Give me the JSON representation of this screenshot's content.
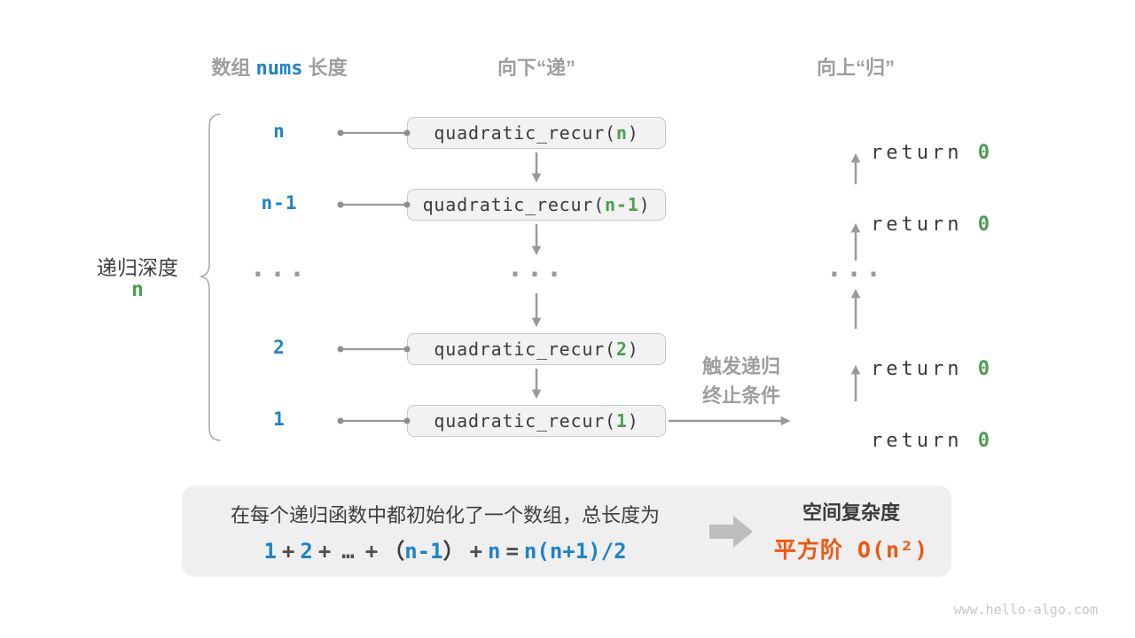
{
  "colors": {
    "blue": "#1e82c8",
    "green": "#4d9e50",
    "orange": "#f3560e",
    "gray_label": "#9e9e9e",
    "dark_text": "#3c3c3c",
    "box_fill": "#f2f2f2",
    "box_border": "#c9c9c9",
    "panel_fill": "#efefef",
    "arrow_gray": "#999999"
  },
  "icons": {
    "down-arrow": "↓",
    "up-arrow": "↑",
    "right-arrow": "→",
    "block-arrow": "➜",
    "curly-brace": "{"
  },
  "headers": {
    "col_left": {
      "prefix": "数组 ",
      "code": "nums",
      "suffix": " 长度"
    },
    "col_mid": "向下“递”",
    "col_right": "向上“归”"
  },
  "depth_label": {
    "text": "递归深度",
    "value": "n"
  },
  "rows": [
    {
      "label": "n",
      "call_prefix": "quadratic_recur(",
      "call_param": "n",
      "call_suffix": ")",
      "return_text": "return ",
      "return_value": "0"
    },
    {
      "label": "n-1",
      "call_prefix": "quadratic_recur(",
      "call_param": "n-1",
      "call_suffix": ")",
      "return_text": "return ",
      "return_value": "0"
    },
    {
      "label": "...",
      "mid": "...",
      "ret": "..."
    },
    {
      "label": "2",
      "call_prefix": "quadratic_recur(",
      "call_param": "2",
      "call_suffix": ")",
      "return_text": "return ",
      "return_value": "0"
    },
    {
      "label": "1",
      "call_prefix": "quadratic_recur(",
      "call_param": "1",
      "call_suffix": ")",
      "return_text": "return ",
      "return_value": "0"
    }
  ],
  "trigger": {
    "line1": "触发递归",
    "line2": "终止条件"
  },
  "summary": {
    "text": "在每个递归函数中都初始化了一个数组，总长度为",
    "formula": {
      "n1": "1",
      "op1": "+",
      "n2": "2",
      "op2": "+",
      "dots": "…",
      "op3": "+",
      "open": "（",
      "n3": "n-1",
      "close": "）",
      "op4": "+",
      "n4": "n",
      "eq": "=",
      "result": "n(n+1)/2"
    },
    "conclusion_title": "空间复杂度",
    "conclusion_value": "平方阶 O(n²)"
  },
  "watermark": "www.hello-algo.com"
}
